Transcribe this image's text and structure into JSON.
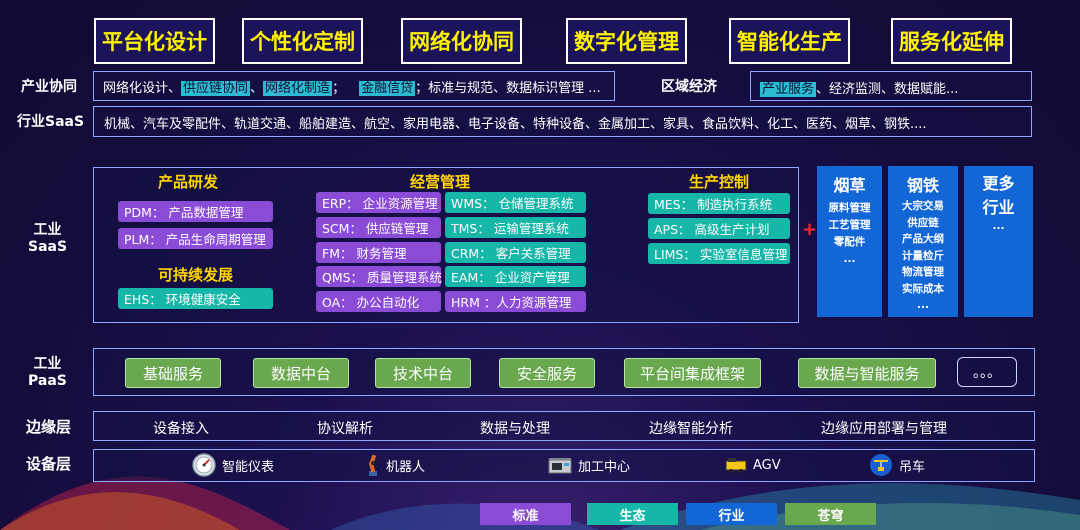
{
  "top_tags": [
    "平台化设计",
    "个性化定制",
    "网络化协同",
    "数字化管理",
    "智能化生产",
    "服务化延伸"
  ],
  "rows": {
    "industry_collab": {
      "label": "产业协同",
      "segments": [
        "网络化设计、",
        "供应链协同",
        "、",
        "网络化制造",
        "；",
        "金融信贷",
        "；标准与规范、数据标识管理 ..."
      ],
      "highlighted": [
        1,
        3,
        5
      ]
    },
    "regional": {
      "label": "区域经济",
      "segments": [
        "产业服务",
        "、经济监测、数据赋能..."
      ],
      "highlighted": [
        0
      ]
    },
    "industry_saas": {
      "label": "行业SaaS",
      "text": "机械、汽车及零配件、轨道交通、船舶建造、航空、家用电器、电子设备、特种设备、金属加工、家具、食品饮料、化工、医药、烟草、钢铁...."
    },
    "industrial_saas": {
      "label_line1": "工业",
      "label_line2": "SaaS"
    },
    "industrial_paas": {
      "label_line1": "工业",
      "label_line2": "PaaS"
    },
    "edge": {
      "label": "边缘层"
    },
    "device": {
      "label": "设备层"
    }
  },
  "saas_sections": {
    "rnd": {
      "title": "产品研发",
      "items": [
        "PDM：  产品数据管理",
        "PLM：  产品生命周期管理"
      ]
    },
    "sustain": {
      "title": "可持续发展",
      "items": [
        "EHS：  环境健康安全"
      ]
    },
    "ops": {
      "title": "经营管理",
      "left": [
        "ERP：  企业资源管理",
        "SCM：  供应链管理",
        "FM：  财务管理",
        "QMS：  质量管理系统",
        "OA：  办公自动化"
      ],
      "right": [
        "WMS：  仓储管理系统",
        "TMS：  运输管理系统",
        "CRM：  客户关系管理",
        "EAM：  企业资产管理",
        "HRM ：人力资源管理"
      ]
    },
    "prod": {
      "title": "生产控制",
      "items": [
        "MES：  制造执行系统",
        "APS：  高级生产计划",
        "LIMS：  实验室信息管理"
      ]
    },
    "plus": "+"
  },
  "industry_boxes": [
    {
      "title": "烟草",
      "items": [
        "原料管理",
        "工艺管理",
        "零配件",
        "..."
      ]
    },
    {
      "title": "钢铁",
      "items": [
        "大宗交易",
        "供应链",
        "产品大纲",
        "计量检斤",
        "物流管理",
        "实际成本",
        "..."
      ]
    },
    {
      "title": "更多\n行业",
      "title_line1": "更多",
      "title_line2": "行业",
      "items": [
        "..."
      ]
    }
  ],
  "paas_items": [
    "基础服务",
    "数据中台",
    "技术中台",
    "安全服务",
    "平台间集成框架",
    "数据与智能服务",
    "。。。"
  ],
  "edge_items": [
    "设备接入",
    "协议解析",
    "数据与处理",
    "边缘智能分析",
    "边缘应用部署与管理"
  ],
  "device_items": [
    {
      "label": "智能仪表",
      "icon": "gauge-icon"
    },
    {
      "label": "机器人",
      "icon": "robot-icon"
    },
    {
      "label": "加工中心",
      "icon": "machining-center-icon"
    },
    {
      "label": "AGV",
      "icon": "agv-icon"
    },
    {
      "label": "吊车",
      "icon": "crane-icon"
    }
  ],
  "legend": [
    {
      "label": "标准",
      "color": "#8a4bd6"
    },
    {
      "label": "生态",
      "color": "#16b6a8"
    },
    {
      "label": "行业",
      "color": "#1366d6"
    },
    {
      "label": "苍穹",
      "color": "#6aa84f"
    }
  ],
  "colors": {
    "accent_yellow": "#fff200",
    "purple": "#8a4bd6",
    "teal": "#16b6a8",
    "industry_blue": "#1366d6",
    "green": "#6aa84f"
  }
}
